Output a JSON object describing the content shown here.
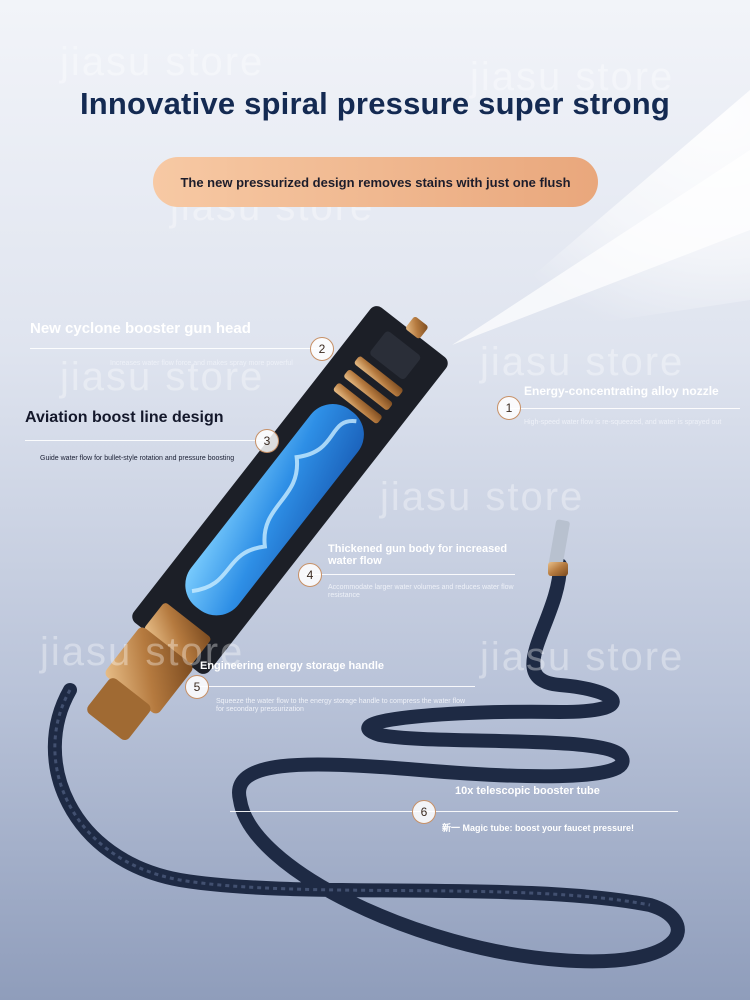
{
  "title": "Innovative spiral pressure super strong",
  "subtitle": "The new pressurized design removes stains with just one flush",
  "watermark": "jiasu  store",
  "features": [
    {
      "num": "1",
      "heading": "Energy-concentrating alloy nozzle",
      "desc": "High-speed water flow is re-squeezed, and water is sprayed out"
    },
    {
      "num": "2",
      "heading": "New cyclone booster gun head",
      "desc": "Increases water flow force and makes spray more powerful"
    },
    {
      "num": "3",
      "heading": "Aviation boost line design",
      "desc": "Guide water flow for bullet-style rotation and pressure boosting"
    },
    {
      "num": "4",
      "heading": "Thickened gun body for increased water flow",
      "desc": "Accommodate larger water volumes and reduces water flow resistance"
    },
    {
      "num": "5",
      "heading": "Engineering energy storage handle",
      "desc": "Squeeze the water flow to the energy storage handle to compress the water flow for secondary pressurization"
    },
    {
      "num": "6",
      "heading": "10x telescopic booster tube",
      "desc": "新一 Magic tube: boost your faucet pressure!"
    }
  ],
  "colors": {
    "title": "#142a52",
    "pill_start": "#f7c9a4",
    "pill_end": "#e9a77c",
    "hose": "#1e2a44",
    "brass": "#c28a4e",
    "core": "#3aa3f0"
  }
}
